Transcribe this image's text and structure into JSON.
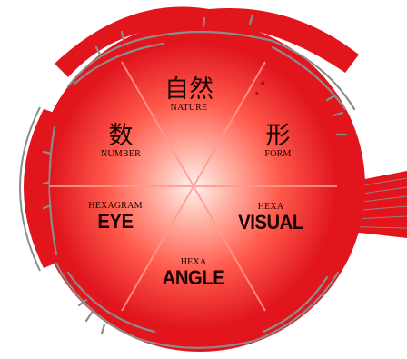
{
  "diagram": {
    "colors": {
      "iris_center": "#fff3ee",
      "iris_mid": "#ff7a6a",
      "iris_edge": "#e0151e",
      "sclera": "#e2141c",
      "vein": "#8c8c8c",
      "label_text": "#1a0000"
    },
    "sectors": {
      "nature": {
        "kanji": "自然",
        "caption": "NATURE"
      },
      "form": {
        "kanji": "形",
        "caption": "FORM"
      },
      "visual": {
        "prefix": "HEXA",
        "word": "VISUAL"
      },
      "angle": {
        "prefix": "HEXA",
        "word": "ANGLE"
      },
      "eye": {
        "prefix": "HEXAGRAM",
        "word": "EYE"
      },
      "number": {
        "kanji": "数",
        "caption": "NUMBER"
      }
    }
  }
}
